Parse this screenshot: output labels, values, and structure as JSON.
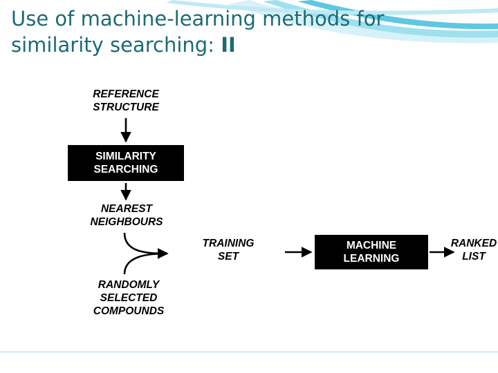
{
  "slide": {
    "title_line1": "Use of machine-learning methods for",
    "title_line2_prefix": "similarity searching: ",
    "title_line2_bold": "II",
    "title_color": "#1b6b74",
    "background": "#ffffff",
    "accent_swoosh_colors": [
      "#5ec8e0",
      "#9fe0ef",
      "#d6f2f8"
    ]
  },
  "diagram": {
    "type": "flowchart",
    "nodes": [
      {
        "id": "reference-structure",
        "label": "REFERENCE\nSTRUCTURE",
        "style": "plain"
      },
      {
        "id": "similarity-searching",
        "label": "SIMILARITY\nSEARCHING",
        "style": "boxed",
        "fill": "#000000",
        "text_color": "#ffffff"
      },
      {
        "id": "nearest-neighbours",
        "label": "NEAREST\nNEIGHBOURS",
        "style": "plain"
      },
      {
        "id": "randomly-selected-compounds",
        "label": "RANDOMLY\nSELECTED\nCOMPOUNDS",
        "style": "plain"
      },
      {
        "id": "training-set",
        "label": "TRAINING\nSET",
        "style": "plain"
      },
      {
        "id": "machine-learning",
        "label": "MACHINE\nLEARNING",
        "style": "boxed",
        "fill": "#000000",
        "text_color": "#ffffff"
      },
      {
        "id": "ranked-list",
        "label": "RANKED\nLIST",
        "style": "plain"
      }
    ],
    "edges": [
      {
        "from": "reference-structure",
        "to": "similarity-searching",
        "direction": "down"
      },
      {
        "from": "similarity-searching",
        "to": "nearest-neighbours",
        "direction": "down"
      },
      {
        "from": "nearest-neighbours",
        "to": "training-set",
        "direction": "curve-right"
      },
      {
        "from": "randomly-selected-compounds",
        "to": "training-set",
        "direction": "curve-right"
      },
      {
        "from": "training-set",
        "to": "machine-learning",
        "direction": "right"
      },
      {
        "from": "machine-learning",
        "to": "ranked-list",
        "direction": "right"
      }
    ]
  }
}
